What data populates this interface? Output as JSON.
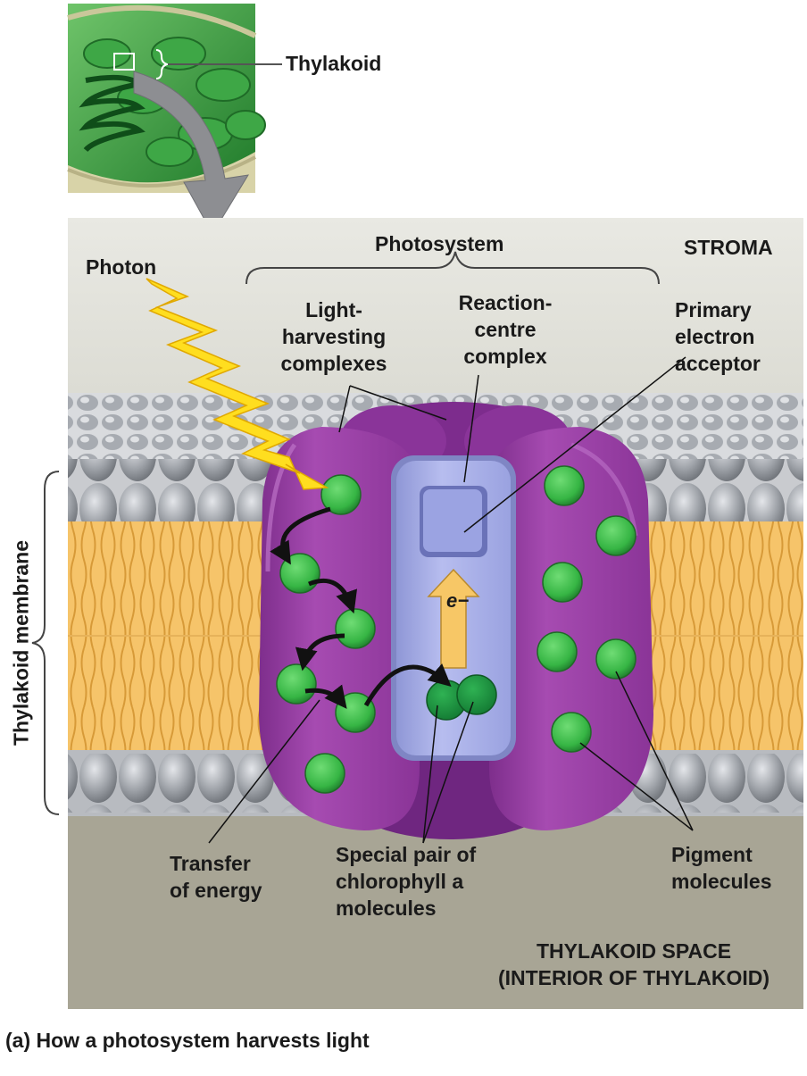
{
  "labels": {
    "thylakoid": "Thylakoid",
    "photosystem": "Photosystem",
    "stroma": "STROMA",
    "photon": "Photon",
    "light_harvesting": [
      "Light-",
      "harvesting",
      "complexes"
    ],
    "reaction_centre": [
      "Reaction-",
      "centre",
      "complex"
    ],
    "primary_acceptor": [
      "Primary",
      "electron",
      "acceptor"
    ],
    "electron": "e−",
    "thylakoid_membrane": "Thylakoid membrane",
    "transfer_energy": [
      "Transfer",
      "of energy"
    ],
    "special_pair": [
      "Special pair of",
      "chlorophyll a",
      "molecules"
    ],
    "pigment": [
      "Pigment",
      "molecules"
    ],
    "thylakoid_space": [
      "THYLAKOID SPACE",
      "(INTERIOR OF THYLAKOID)"
    ]
  },
  "caption": "(a) How a photosystem harvests light",
  "colors": {
    "stroma": "#e4e4dd",
    "thylakoid_space": "#a8a595",
    "lipid_tail": "#f5bf63",
    "lipid_head": "#8e9297",
    "complex": "#9a3ea6",
    "reaction_centre": "#a9b0e6",
    "pigment": "#3fbe4c",
    "photon": "#ffdc1e"
  }
}
